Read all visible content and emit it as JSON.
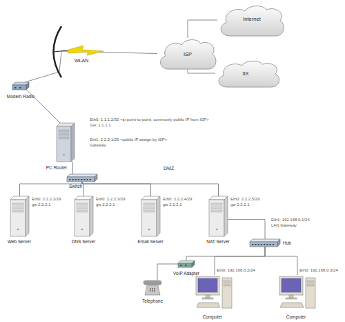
{
  "diagram": {
    "nodes": [
      {
        "text": [
          "Internet"
        ]
      },
      {
        "text": [
          "ISP"
        ]
      },
      {
        "text": [
          "IIX"
        ]
      },
      {
        "text": [
          "Modem Radio"
        ]
      },
      {
        "text": [
          "PC Router",
          "Eth0: 1.1.1.2/30 <ip point-to-point, commonly public IP from ISP> Gw: 1.1.1.1",
          "Eth1: 2.2.2.1/29 <public IP assign by ISP> Gateway"
        ]
      },
      {
        "text": [
          "Switch"
        ]
      },
      {
        "text": [
          "Web Server",
          "Eth0: 2.2.2.2/29 gw 2.2.2.1"
        ]
      },
      {
        "text": [
          "DNS Server",
          "Eth0: 2.2.2.3/29 gw 2.2.2.1"
        ]
      },
      {
        "text": [
          "Email Server",
          "Eth0: 2.2.2.4/29 gw 2.2.2.1"
        ]
      },
      {
        "text": [
          "NAT Server",
          "Eth0: 2.2.2.5/29 gw 2.2.2.1",
          "Eth1: 192.168.0.1/24 LAN Gateway"
        ]
      },
      {
        "text": [
          "Hub"
        ]
      },
      {
        "text": [
          "VoIP Adapter"
        ]
      },
      {
        "text": [
          "Telephone"
        ]
      },
      {
        "text": [
          "Computer",
          "Eth0: 192.168.0.2/24"
        ]
      },
      {
        "text": [
          "Computer",
          "Eth0: 192.168.0.3/24"
        ]
      }
    ],
    "edges": [
      {
        "from": 1,
        "to": 0,
        "arrow": "none"
      },
      {
        "from": 1,
        "to": 2,
        "arrow": "none"
      },
      {
        "from": 3,
        "to": 1,
        "label": "WLAN",
        "arrow": "none"
      },
      {
        "from": 3,
        "to": 4,
        "arrow": "none"
      },
      {
        "from": 4,
        "to": 5,
        "arrow": "none"
      },
      {
        "from": 5,
        "to": 6,
        "arrow": "none"
      },
      {
        "from": 5,
        "to": 7,
        "arrow": "none"
      },
      {
        "from": 5,
        "to": 8,
        "arrow": "none"
      },
      {
        "from": 5,
        "to": 9,
        "arrow": "none"
      },
      {
        "from": 9,
        "to": 10,
        "arrow": "none"
      },
      {
        "from": 10,
        "to": 11,
        "arrow": "none"
      },
      {
        "from": 10,
        "to": 13,
        "arrow": "none"
      },
      {
        "from": 10,
        "to": 14,
        "arrow": "none"
      },
      {
        "from": 11,
        "to": 12,
        "arrow": "none"
      }
    ],
    "labels": [
      "DMZ"
    ]
  }
}
